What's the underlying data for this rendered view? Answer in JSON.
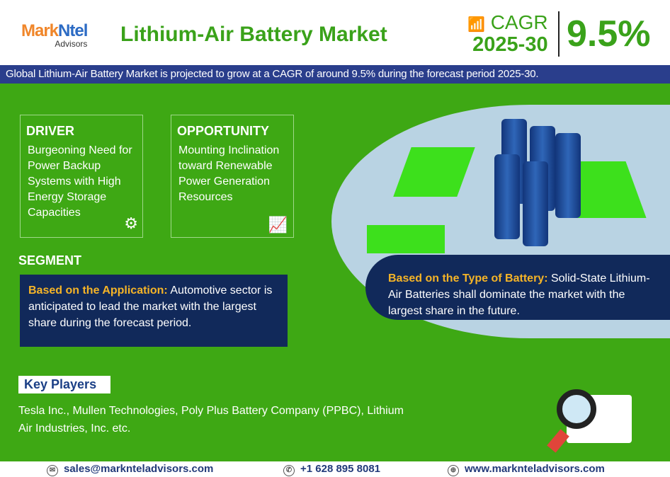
{
  "header": {
    "logo_main_1": "Mark",
    "logo_main_2": "Ntel",
    "logo_sub": "Advisors",
    "title": "Lithium-Air Battery Market",
    "cagr_label": "CAGR",
    "cagr_period": "2025-30",
    "cagr_value": "9.5%"
  },
  "banner": "Global Lithium-Air Battery Market is projected to grow at a CAGR of around 9.5% during the forecast period 2025-30.",
  "driver": {
    "title": "DRIVER",
    "text": "Burgeoning Need for Power Backup Systems with High Energy Storage Capacities"
  },
  "opportunity": {
    "title": "OPPORTUNITY",
    "text": "Mounting Inclination toward Renewable Power Generation Resources"
  },
  "segment": {
    "title": "SEGMENT",
    "application_label": "Based on the Application:",
    "application_text": " Automotive sector is anticipated to lead the market with the largest share during the forecast period.",
    "battery_label": "Based on the Type of Battery:",
    "battery_text": " Solid-State Lithium-Air Batteries shall dominate the market with the largest share in the future."
  },
  "key_players": {
    "title": "Key Players",
    "text": "Tesla Inc., Mullen Technologies, Poly Plus Battery Company (PPBC), Lithium Air Industries, Inc. etc."
  },
  "footer": {
    "email": "sales@marknteladvisors.com",
    "phone": "+1 628 895 8081",
    "website": "www.marknteladvisors.com"
  }
}
